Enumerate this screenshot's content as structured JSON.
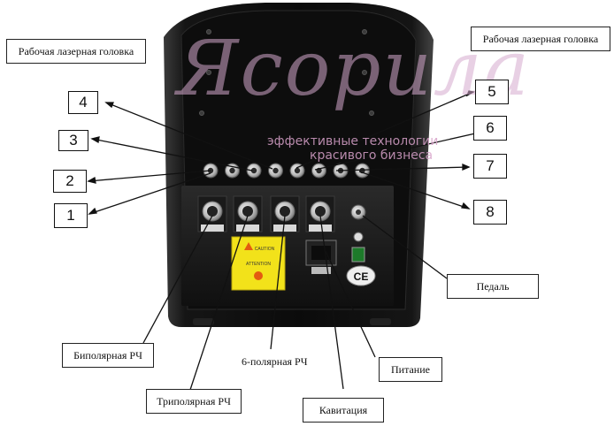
{
  "labels": {
    "laser_head_left": "Рабочая лазерная головка",
    "laser_head_right": "Рабочая лазерная головка",
    "pedal": "Педаль",
    "bipolar": "Биполярная РЧ",
    "tripolar": "Триполярная РЧ",
    "hexapolar": "6-полярная РЧ",
    "power": "Питание",
    "cavitation": "Кавитация"
  },
  "numbers": [
    "1",
    "2",
    "3",
    "4",
    "5",
    "6",
    "7",
    "8"
  ],
  "watermark": {
    "brand": "Ясорила",
    "line1": "эффективные технологии",
    "line2": "красивого бизнеса"
  },
  "sticker": {
    "title": "CAUTION",
    "subtitle": "ATTENTION"
  },
  "ce_mark": "CE"
}
